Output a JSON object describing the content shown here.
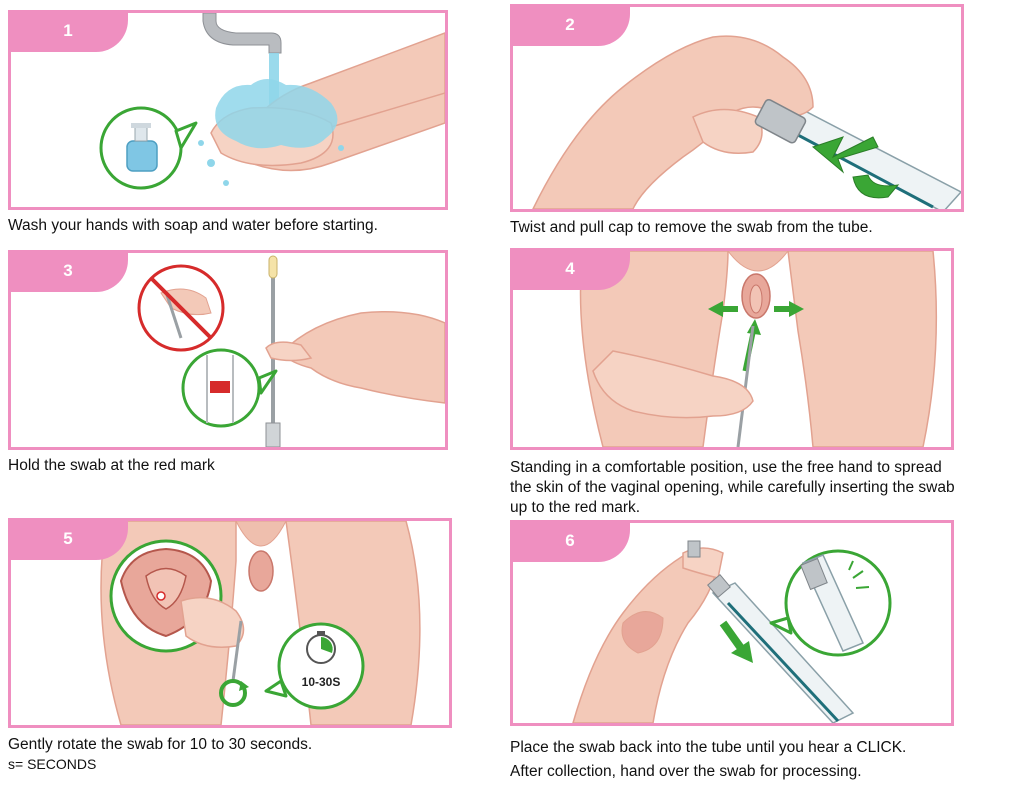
{
  "steps": [
    {
      "number": "1",
      "caption": "Wash your hands with soap and water before starting."
    },
    {
      "number": "2",
      "caption": "Twist and pull cap to remove the swab from the tube."
    },
    {
      "number": "3",
      "caption": "Hold the swab at the red mark"
    },
    {
      "number": "4",
      "caption_lines": [
        "Standing in a comfortable position, use the free hand to spread",
        "the skin of the vaginal opening, while carefully inserting the swab",
        "up to the red mark."
      ]
    },
    {
      "number": "5",
      "caption": "Gently rotate the swab for 10 to 30 seconds.",
      "note": "s= SECONDS",
      "timer_label": "10-30S"
    },
    {
      "number": "6",
      "caption": "Place the swab back into the tube until you hear a CLICK.",
      "caption_2": "After collection, hand over the swab for processing."
    }
  ],
  "colors": {
    "frame": "#ef8fc0",
    "skin": "#f3c9b8",
    "skin_dark": "#e2a290",
    "green": "#3aa635",
    "red": "#d62b2b",
    "water": "#8fd6ea"
  }
}
